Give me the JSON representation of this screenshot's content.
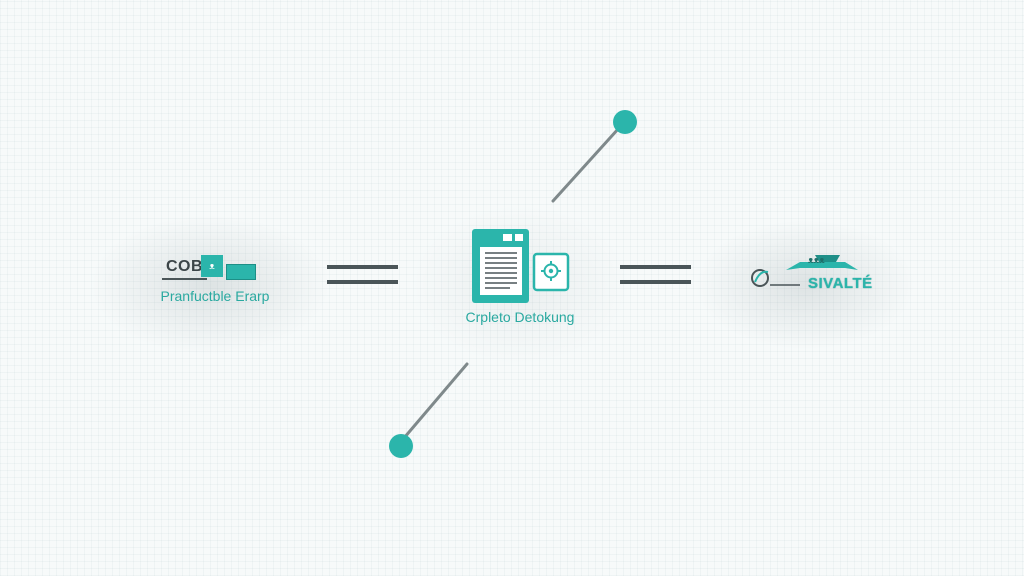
{
  "colors": {
    "accent": "#2bb5ab",
    "dark": "#4a5558",
    "line": "#7f898b"
  },
  "left_node": {
    "logo_text": "COB",
    "tile_text": "ᴥ",
    "label": "Pranfuctble Erarp"
  },
  "center_node": {
    "label": "Crpleto Detokung",
    "icons": [
      "document-icon",
      "gear-icon"
    ]
  },
  "right_node": {
    "badge_text": "ᴥᴥᴥ",
    "label": "SIVALTÉ",
    "icons": [
      "leaf-icon",
      "wings-icon"
    ]
  }
}
